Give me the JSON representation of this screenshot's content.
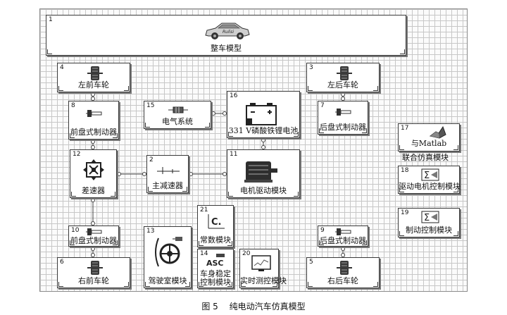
{
  "diagram": {
    "blocks": {
      "b1": {
        "num": "1",
        "label": "整车模型",
        "icon": "car-icon"
      },
      "b4": {
        "num": "4",
        "label": "左前车轮",
        "icon": "wheel-icon"
      },
      "b3": {
        "num": "3",
        "label": "左后车轮",
        "icon": "wheel-icon"
      },
      "b8": {
        "num": "8",
        "label": "前盘式制动器",
        "icon": "disc-brake-icon"
      },
      "b15": {
        "num": "15",
        "label": "电气系统",
        "icon": "resistor-icon"
      },
      "b16": {
        "num": "16",
        "label": "331 V磷酸铁锂电池",
        "icon": "battery-icon"
      },
      "b7": {
        "num": "7",
        "label": "后盘式制动器",
        "icon": "disc-brake-icon"
      },
      "b17": {
        "num": "17",
        "label": "与Matlab",
        "label2": "联合仿真模块",
        "icon": "matlab-icon"
      },
      "b12": {
        "num": "12",
        "label": "差速器",
        "icon": "differential-icon"
      },
      "b2": {
        "num": "2",
        "label": "主减速器",
        "icon": "gear-reducer-icon"
      },
      "b11": {
        "num": "11",
        "label": "电机驱动模块",
        "icon": "motor-icon"
      },
      "b18": {
        "num": "18",
        "label": "驱动电机控制模块",
        "icon": "sigma-control-icon"
      },
      "b21": {
        "num": "21",
        "label": "常数模块",
        "icon_text": "C."
      },
      "b19": {
        "num": "19",
        "label": "制动控制模块",
        "icon": "sigma-control-icon"
      },
      "b10": {
        "num": "10",
        "label": "前盘式制动器",
        "icon": "disc-brake-icon"
      },
      "b13": {
        "num": "13",
        "label": "驾驶室模块",
        "icon": "steering-wheel-icon"
      },
      "b9": {
        "num": "9",
        "label": "后盘式制动器",
        "icon": "disc-brake-icon"
      },
      "b14": {
        "num": "14",
        "label": "车身稳定",
        "label2": "控制模块",
        "icon_text": "ASC"
      },
      "b20": {
        "num": "20",
        "label": "实时测控模块",
        "icon": "monitor-icon"
      },
      "b6": {
        "num": "6",
        "label": "右前车轮",
        "icon": "wheel-icon"
      },
      "b5": {
        "num": "5",
        "label": "右后车轮",
        "icon": "wheel-icon"
      }
    },
    "car_logo_text": "Rulisi"
  },
  "caption": {
    "figure": "图 5",
    "title": "纯电动汽车仿真模型"
  }
}
